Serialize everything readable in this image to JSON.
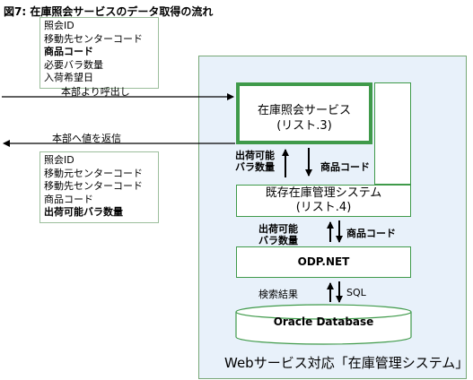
{
  "title": "図7: 在庫照会サービスのデータ取得の流れ",
  "input_params": {
    "items": [
      {
        "text": "照会ID",
        "bold": false
      },
      {
        "text": "移動先センターコード",
        "bold": false
      },
      {
        "text": "商品コード",
        "bold": true
      },
      {
        "text": "必要バラ数量",
        "bold": false
      },
      {
        "text": "入荷希望日",
        "bold": false
      }
    ]
  },
  "output_params": {
    "items": [
      {
        "text": "照会ID",
        "bold": false
      },
      {
        "text": "移動元センターコード",
        "bold": false
      },
      {
        "text": "移動先センターコード",
        "bold": false
      },
      {
        "text": "商品コード",
        "bold": false
      },
      {
        "text": "出荷可能バラ数量",
        "bold": true
      }
    ]
  },
  "call_in": "本部より呼出し",
  "return_out": "本部へ値を返信",
  "service": {
    "line1": "在庫照会サービス",
    "line2": "(リスト.3)"
  },
  "inventory_system": {
    "line1": "既存在庫管理システム",
    "line2": "(リスト.4)"
  },
  "odp": "ODP.NET",
  "database": "Oracle Database",
  "flow1": {
    "up_line1": "出荷可能",
    "up_line2": "バラ数量",
    "down": "商品コード"
  },
  "flow2": {
    "up_line1": "出荷可能",
    "up_line2": "バラ数量",
    "down": "商品コード"
  },
  "flow3": {
    "up": "検索結果",
    "down": "SQL"
  },
  "web_label": "Webサービス対応「在庫管理システム」",
  "colors": {
    "green": "#3f9a4a",
    "web_bg": "#e8f1fa",
    "box_border": "#9cbe9c"
  }
}
